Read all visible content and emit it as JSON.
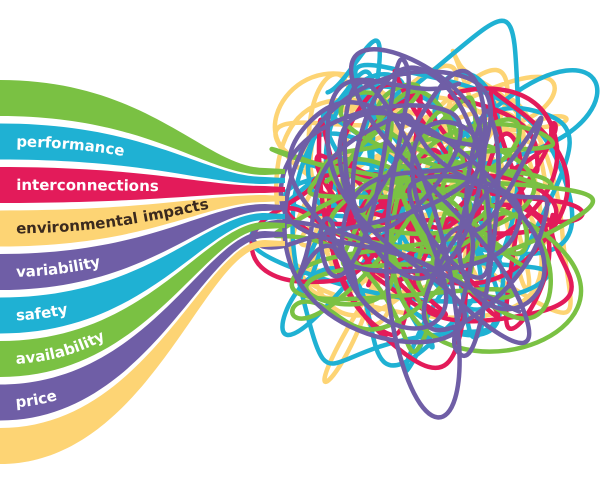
{
  "colors": {
    "green": "#7ac143",
    "cyan": "#1fb1d3",
    "red": "#e31b5a",
    "yellow": "#fdd474",
    "purple": "#6f5ea6",
    "label_light": "#ffffff",
    "label_dark": "#3b2a1e"
  },
  "ribbons": [
    {
      "key": "top",
      "label": "",
      "color": "green",
      "text": "label_light"
    },
    {
      "key": "performance",
      "label": "performance",
      "color": "cyan",
      "text": "label_light"
    },
    {
      "key": "interconnections",
      "label": "interconnections",
      "color": "red",
      "text": "label_light"
    },
    {
      "key": "environmental-impacts",
      "label": "environmental impacts",
      "color": "yellow",
      "text": "label_dark"
    },
    {
      "key": "variability",
      "label": "variability",
      "color": "purple",
      "text": "label_light"
    },
    {
      "key": "safety",
      "label": "safety",
      "color": "cyan",
      "text": "label_light"
    },
    {
      "key": "availability",
      "label": "availability",
      "color": "green",
      "text": "label_light"
    },
    {
      "key": "price",
      "label": "price",
      "color": "purple",
      "text": "label_light"
    },
    {
      "key": "bottom",
      "label": "",
      "color": "yellow",
      "text": "label_dark"
    }
  ],
  "tangle": {
    "strands": [
      {
        "color": "yellow",
        "seed": 11
      },
      {
        "color": "yellow",
        "seed": 23
      },
      {
        "color": "cyan",
        "seed": 37
      },
      {
        "color": "cyan",
        "seed": 41
      },
      {
        "color": "red",
        "seed": 53
      },
      {
        "color": "red",
        "seed": 67
      },
      {
        "color": "green",
        "seed": 71
      },
      {
        "color": "green",
        "seed": 83
      },
      {
        "color": "purple",
        "seed": 97
      },
      {
        "color": "purple",
        "seed": 101
      }
    ]
  }
}
